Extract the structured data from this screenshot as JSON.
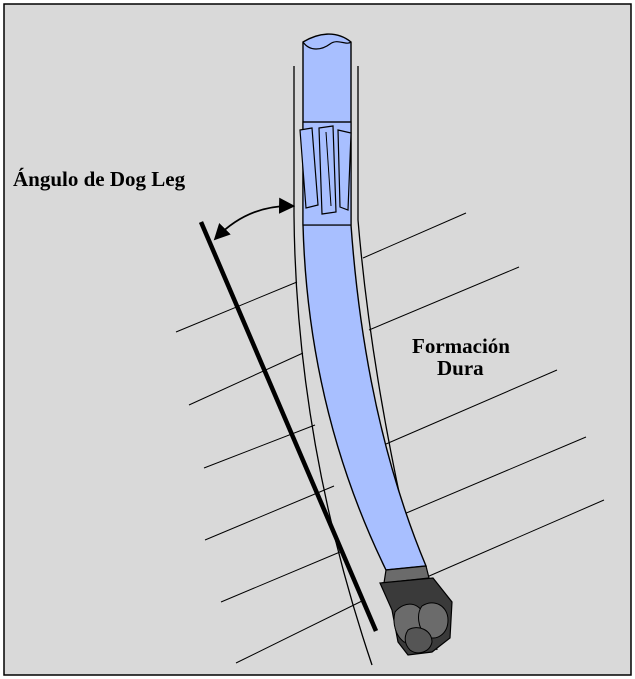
{
  "labels": {
    "dogleg_angle": "Ángulo de Dog Leg",
    "formation_line1": "Formación",
    "formation_line2": "Dura"
  },
  "colors": {
    "background": "#d9d9d9",
    "frame": "#000000",
    "pipe_fill": "#a8bfff",
    "bit_dark": "#3a3a3a",
    "bit_mid": "#6b6b6b",
    "lines": "#000000"
  },
  "icons": {
    "drill_pipe": "pipe-icon",
    "stabilizer": "stabilizer-icon",
    "drill_bit": "drill-bit-icon"
  }
}
